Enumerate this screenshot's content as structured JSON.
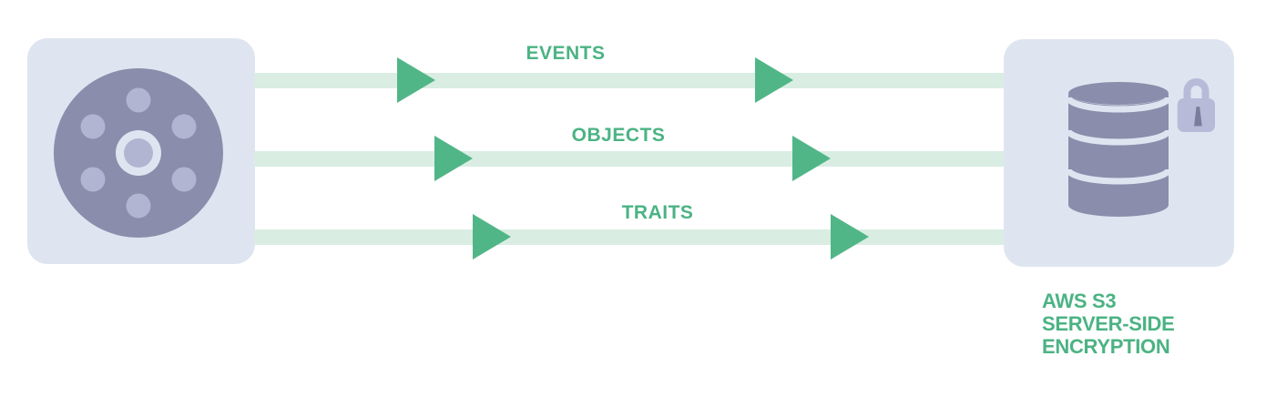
{
  "diagram": {
    "flows": [
      {
        "label": "EVENTS"
      },
      {
        "label": "OBJECTS"
      },
      {
        "label": "TRAITS"
      }
    ],
    "source": {
      "icon": "film-reel-icon"
    },
    "destination": {
      "icon": "database-icon",
      "badge_icon": "lock-icon",
      "caption_lines": [
        "AWS S3",
        "SERVER-SIDE",
        "ENCRYPTION"
      ]
    },
    "colors": {
      "background": "#ffffff",
      "accent_green": "#4bb383",
      "arrow_green": "#51b687",
      "flow_band_green": "#d9ede3",
      "tile_fill": "#dfe5f0",
      "icon_purple": "#8a8dab",
      "icon_light_purple": "#b2b5d1",
      "lock_purple": "#b8bbd8",
      "keyhole_purple": "#7a7e9d"
    }
  }
}
